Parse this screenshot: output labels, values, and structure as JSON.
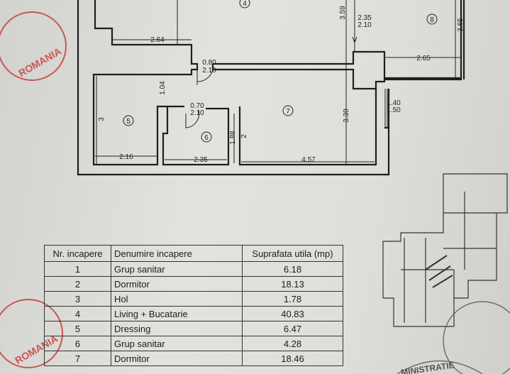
{
  "floor_plan": {
    "rooms": [
      {
        "number": "4"
      },
      {
        "number": "5"
      },
      {
        "number": "6"
      },
      {
        "number": "7"
      },
      {
        "number": "8"
      }
    ],
    "dimensions": {
      "d264": "2.64",
      "d080": "0.80",
      "d210a": "2.10",
      "d104": "1.04",
      "d070": "0.70",
      "d210b": "2.10",
      "d3": "3",
      "d216": "2.16",
      "d235": "2.35",
      "d188": "1.88",
      "d2": "2",
      "d457": "4.57",
      "d359": "3.59",
      "d339": "3.39",
      "d235b": "2.35",
      "d210c": "2.10",
      "d265": "2.65",
      "d365": "3.65",
      "d140": "1.40",
      "d150": "1.50"
    }
  },
  "table": {
    "headers": [
      "Nr. incapere",
      "Denumire incapere",
      "Suprafata utila (mp)"
    ],
    "rows": [
      [
        "1",
        "Grup sanitar",
        "6.18"
      ],
      [
        "2",
        "Dormitor",
        "18.13"
      ],
      [
        "3",
        "Hol",
        "1.78"
      ],
      [
        "4",
        "Living + Bucatarie",
        "40.83"
      ],
      [
        "5",
        "Dressing",
        "6.47"
      ],
      [
        "6",
        "Grup sanitar",
        "4.28"
      ],
      [
        "7",
        "Dormitor",
        "18.46"
      ]
    ]
  },
  "stamps": {
    "top_left": "ROMANIA",
    "bottom_left": "ROMANIA",
    "bottom_right": "MINISTRATIE"
  },
  "colors": {
    "ink": "#1e1e1e",
    "stamp_red": "#c8403a",
    "paper": "#dcdcd8"
  }
}
